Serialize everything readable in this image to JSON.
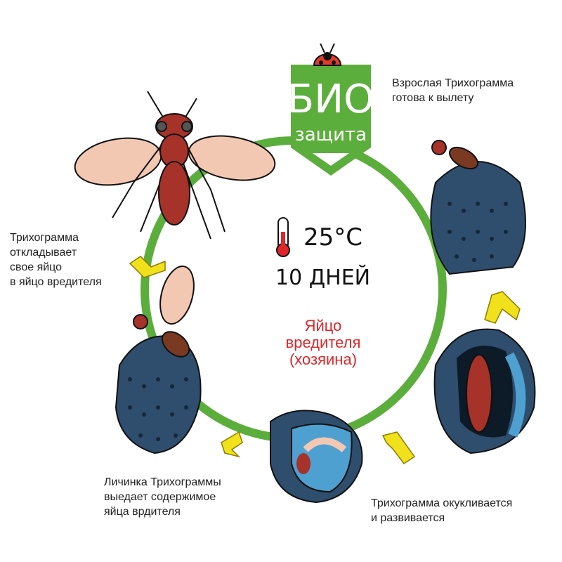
{
  "logo": {
    "line1": "БИО",
    "line2": "защита"
  },
  "center": {
    "temperature": "25°C",
    "duration": "10 ДНЕЙ",
    "host_label": "Яйцо\nвредителя\n(хозяина)"
  },
  "stages": [
    {
      "id": "adult",
      "label": "Взрослая Трихограмма\nготова к вылету"
    },
    {
      "id": "pupa",
      "label": "Трихограмма окукливается\nи развивается"
    },
    {
      "id": "larva",
      "label": "Личинка Трихограммы\nвыедает содержимое\nяйца врдителя"
    },
    {
      "id": "oviposit",
      "label": "Трихограмма\nоткладывает\nсвое яйцо\nв яйцо вредителя"
    }
  ],
  "colors": {
    "ring": "#5cae3c",
    "egg": "#2f4e6e",
    "wasp": "#a6322a",
    "wing": "#f3c8b2",
    "arrow": "#f0e11c",
    "host_text": "#e0262a"
  }
}
